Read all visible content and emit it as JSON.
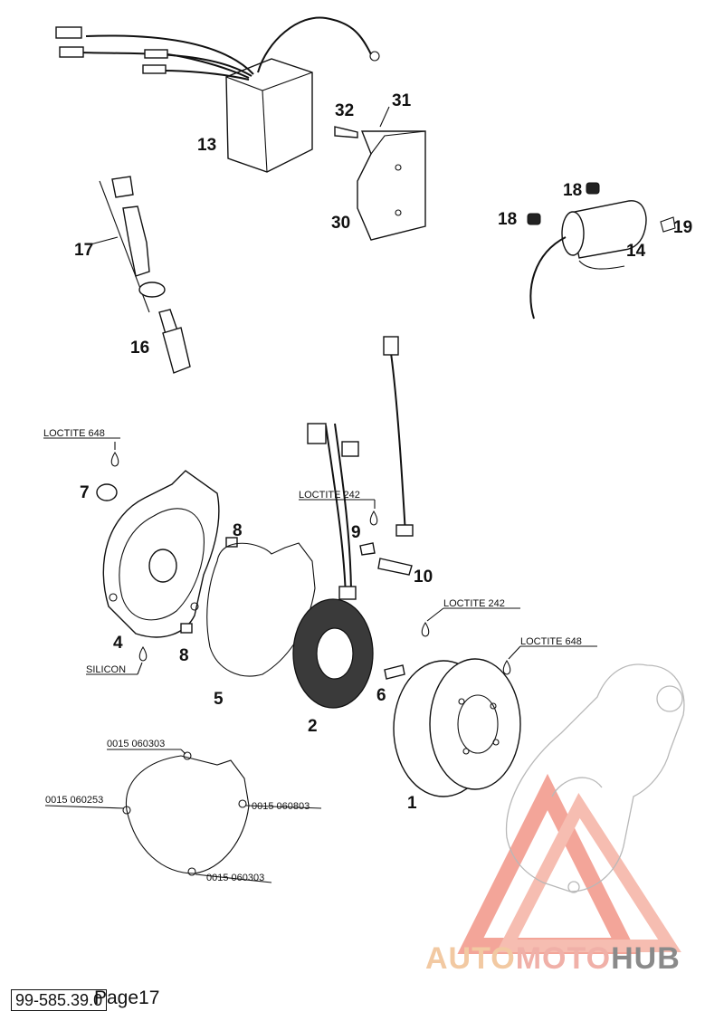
{
  "diagram": {
    "callouts": {
      "p13": "13",
      "p31": "31",
      "p32": "32",
      "p30": "30",
      "p17": "17",
      "p16": "16",
      "p18a": "18",
      "p18b": "18",
      "p19": "19",
      "p14": "14",
      "p7": "7",
      "p8a": "8",
      "p8b": "8",
      "p4": "4",
      "p5": "5",
      "p2": "2",
      "p9": "9",
      "p10": "10",
      "p6": "6",
      "p1": "1"
    },
    "notes": {
      "loctite648_left": "LOCTITE 648",
      "loctite242_mid": "LOCTITE 242",
      "loctite242_right": "LOCTITE 242",
      "loctite648_right": "LOCTITE 648",
      "silicon": "SILICON"
    },
    "gasket_refs": {
      "top": "0015 060303",
      "left": "0015 060253",
      "right": "0015 060803",
      "bottom": "0015 060303"
    }
  },
  "footer": {
    "doc_number": "99-585.39.0",
    "page_label": "Page17"
  },
  "watermark": {
    "part1": "AUTO",
    "part2": "MOTO",
    "part3": "HUB",
    "color_triangle": "#f08070"
  }
}
